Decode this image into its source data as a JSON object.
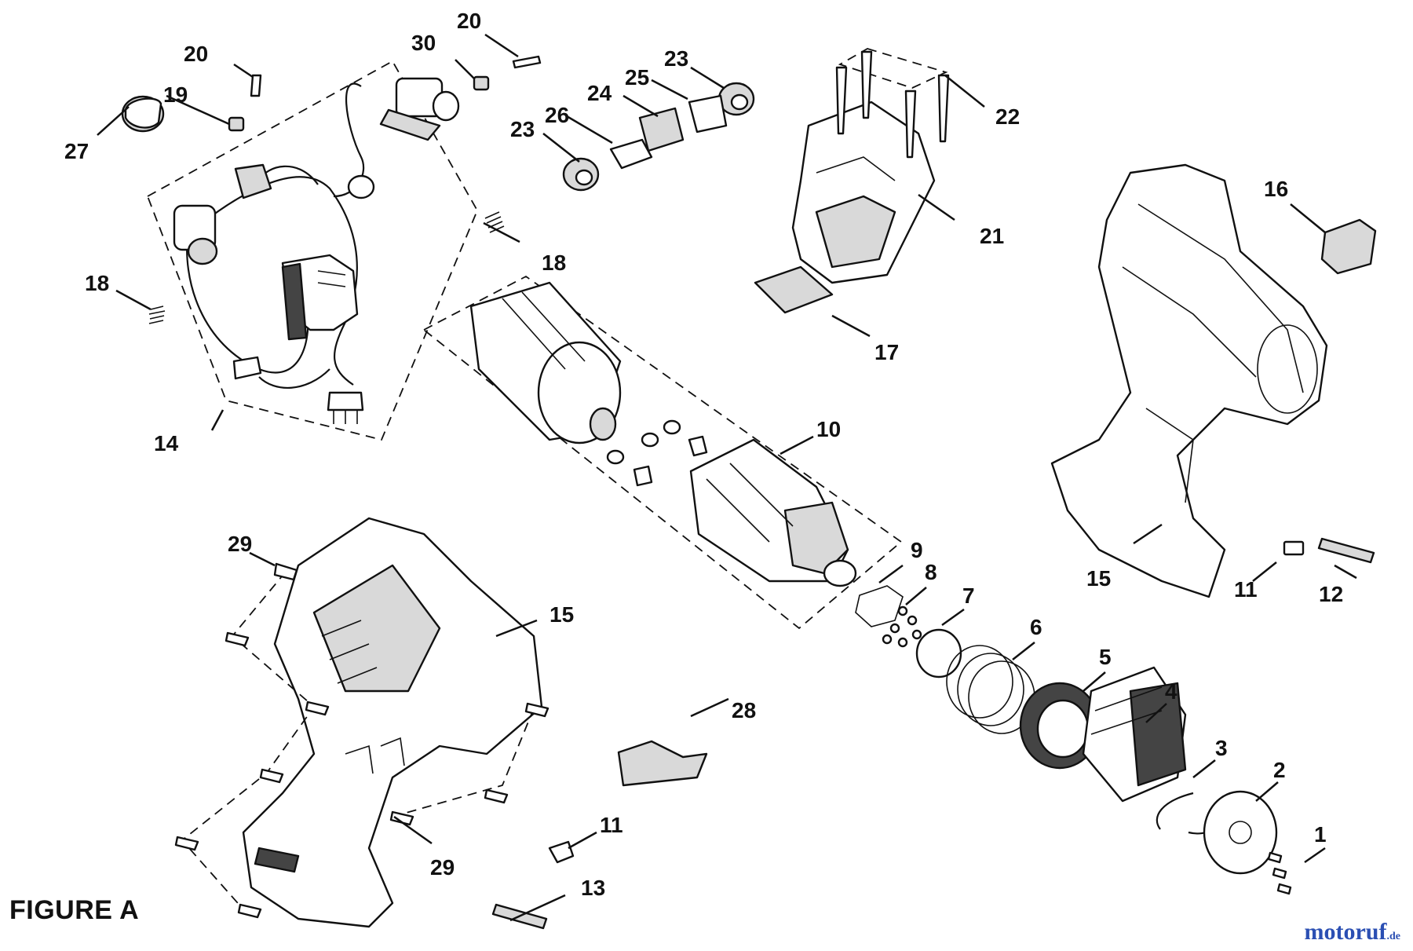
{
  "figure_title": "FIGURE A",
  "watermark": {
    "name": "motoruf",
    "tld": ".de"
  },
  "callouts": {
    "c1": "1",
    "c2": "2",
    "c3": "3",
    "c4": "4",
    "c5": "5",
    "c6": "6",
    "c7": "7",
    "c8": "8",
    "c9": "9",
    "c10": "10",
    "c11a": "11",
    "c11b": "11",
    "c12": "12",
    "c13": "13",
    "c14": "14",
    "c15a": "15",
    "c15b": "15",
    "c16": "16",
    "c17": "17",
    "c18a": "18",
    "c18b": "18",
    "c19": "19",
    "c20a": "20",
    "c20b": "20",
    "c21": "21",
    "c22": "22",
    "c23a": "23",
    "c23b": "23",
    "c24": "24",
    "c25": "25",
    "c26": "26",
    "c27": "27",
    "c28": "28",
    "c29a": "29",
    "c29b": "29",
    "c30": "30"
  }
}
